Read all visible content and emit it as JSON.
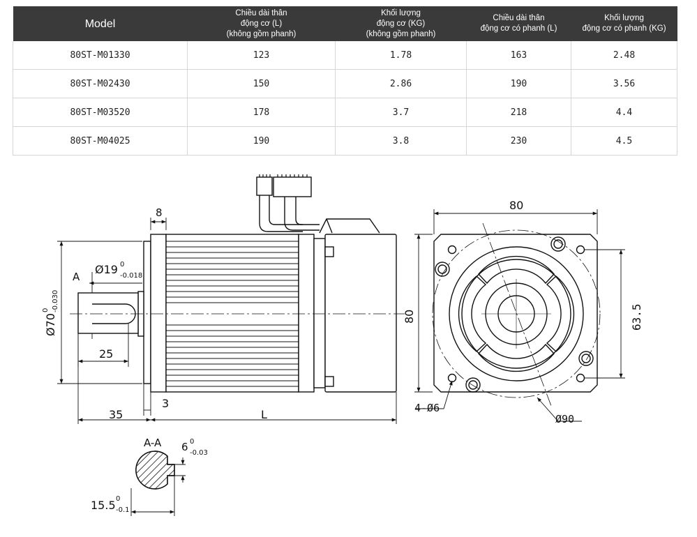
{
  "table": {
    "headers": [
      {
        "key": "model",
        "lines": [
          "Model"
        ]
      },
      {
        "key": "body_length_no_brake",
        "lines": [
          "Chiều dài thân",
          "động cơ (L)",
          "(không gồm phanh)"
        ]
      },
      {
        "key": "weight_no_brake",
        "lines": [
          "Khối lượng",
          "động cơ (KG)",
          "(không gồm phanh)"
        ]
      },
      {
        "key": "body_length_with_brake",
        "lines": [
          "Chiều dài thân",
          "động cơ có phanh (L)"
        ]
      },
      {
        "key": "weight_with_brake",
        "lines": [
          "Khối lượng",
          "động cơ có phanh (KG)"
        ]
      }
    ],
    "rows": [
      {
        "model": "80ST-M01330",
        "body_length_no_brake": "123",
        "weight_no_brake": "1.78",
        "body_length_with_brake": "163",
        "weight_with_brake": "2.48"
      },
      {
        "model": "80ST-M02430",
        "body_length_no_brake": "150",
        "weight_no_brake": "2.86",
        "body_length_with_brake": "190",
        "weight_with_brake": "3.56"
      },
      {
        "model": "80ST-M03520",
        "body_length_no_brake": "178",
        "weight_no_brake": "3.7",
        "body_length_with_brake": "218",
        "weight_with_brake": "4.4"
      },
      {
        "model": "80ST-M04025",
        "body_length_no_brake": "190",
        "weight_no_brake": "3.8",
        "body_length_with_brake": "230",
        "weight_with_brake": "4.5"
      }
    ]
  },
  "drawing": {
    "side_view": {
      "flange_thickness": "8",
      "section_marker": "A",
      "shaft_diameter": "Ø19",
      "shaft_diameter_tol_upper": "0",
      "shaft_diameter_tol_lower": "-0.018",
      "pilot_diameter": "Ø70",
      "pilot_diameter_tol_upper": "0",
      "pilot_diameter_tol_lower": "-0.030",
      "key_length": "25",
      "pilot_depth": "3",
      "shaft_length": "35",
      "body_length": "L"
    },
    "front_view": {
      "flange_width": "80",
      "flange_height": "80",
      "bolt_spacing": "63.5",
      "mounting_holes": "4-Ø6",
      "bolt_circle": "Ø90"
    },
    "section_view": {
      "title": "A-A",
      "key_width": "6",
      "key_width_tol_upper": "0",
      "key_width_tol_lower": "-0.03",
      "key_depth": "15.5",
      "key_depth_tol_upper": "0",
      "key_depth_tol_lower": "-0.1"
    }
  }
}
